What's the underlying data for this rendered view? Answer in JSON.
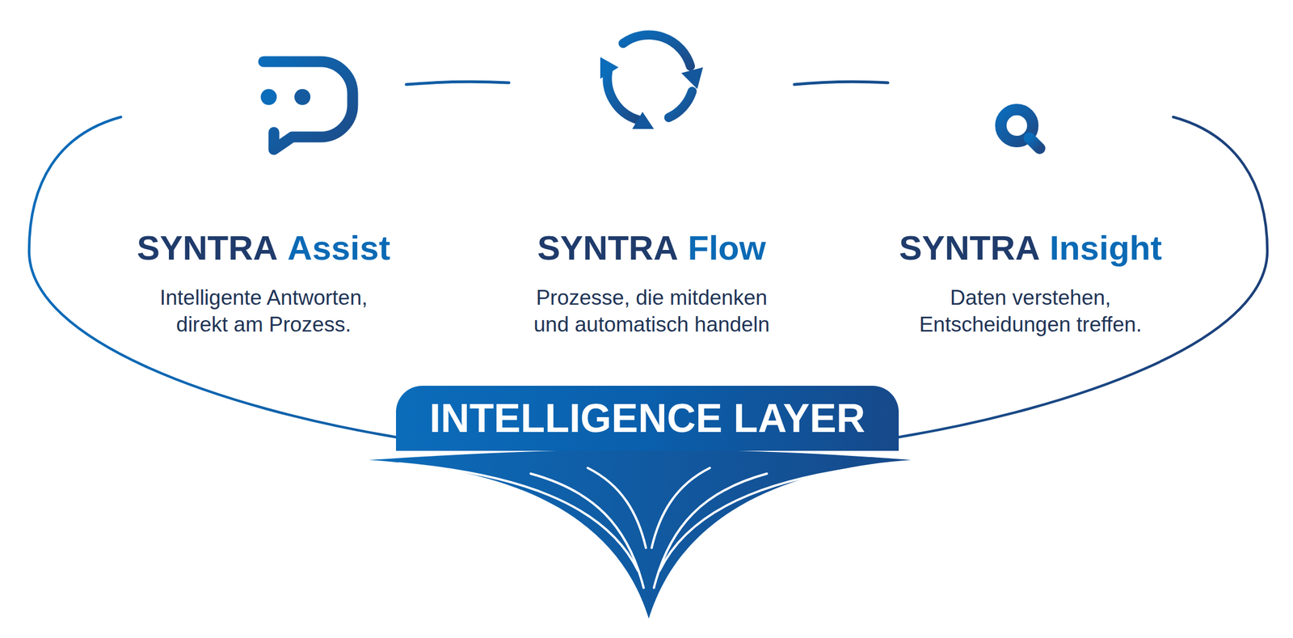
{
  "diagram": {
    "nodes": [
      {
        "text": [
          "SYNTRA",
          "Assist",
          "Intelligente Antworten, direkt am Prozess."
        ]
      },
      {
        "text": [
          "SYNTRA",
          "Flow",
          "Prozesse, die mitdenken und automatisch handeln"
        ]
      },
      {
        "text": [
          "SYNTRA",
          "Insight",
          "Daten verstehen, Entscheidungen treffen."
        ]
      },
      {
        "text": [
          "INTELLIGENCE LAYER"
        ]
      }
    ],
    "edges": [
      {
        "from": 0,
        "to": 1,
        "arrow": "none"
      },
      {
        "from": 1,
        "to": 2,
        "arrow": "none"
      },
      {
        "from": 0,
        "to": 3,
        "arrow": "none"
      },
      {
        "from": 2,
        "to": 3,
        "arrow": "none"
      }
    ]
  }
}
